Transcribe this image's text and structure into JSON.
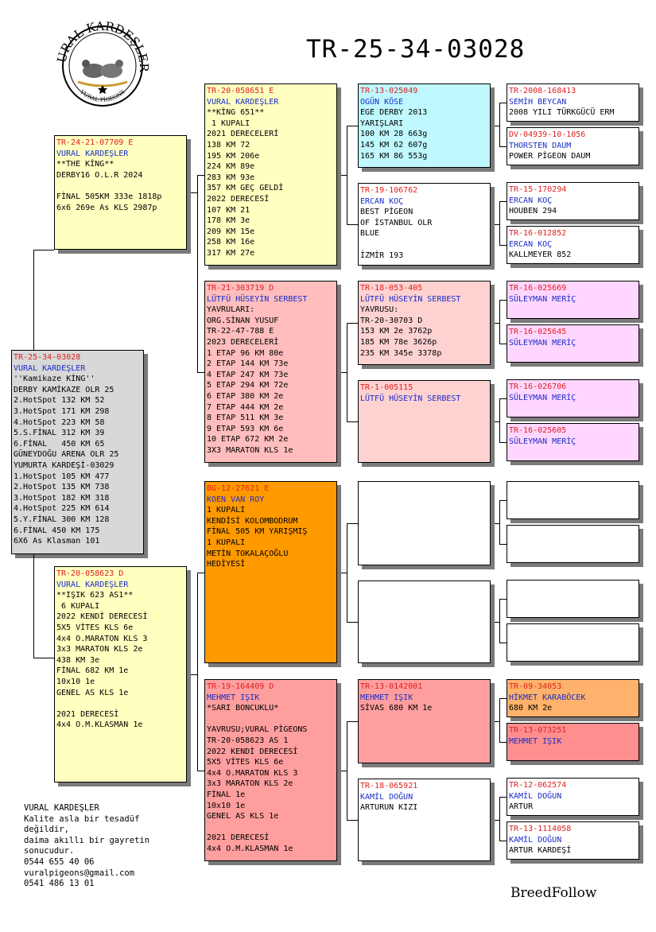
{
  "title": "TR-25-34-03028",
  "brand": "BreedFollow",
  "logo": {
    "top_text": "VURAL KARDEŞLER",
    "bottom_text": "VURAL PİGEONS"
  },
  "footer": [
    "VURAL KARDEŞLER",
    "Kalite asla bir tesadüf",
    "değildir,",
    "daima akıllı bir gayretin",
    "sonucudur.",
    "0544 655 40 06",
    "vuralpigeons@gmail.com",
    "0541 486 13 01"
  ],
  "colors": {
    "gray": "#d8d8d8",
    "yellow": "#ffffc0",
    "pink": "#ffbdbd",
    "orange": "#ff9900",
    "salmon": "#ff9e9e",
    "cyan": "#bff8ff",
    "lightpink": "#ffd2d2",
    "lavender": "#ffd6ff",
    "peach": "#ffb26b",
    "red": "#ff8f8f",
    "white": "#ffffff",
    "ring": "#e02020",
    "breeder": "#1a2dc8"
  },
  "boxes": [
    {
      "id": "subject",
      "bg": "gray",
      "ring": "TR-25-34-03028",
      "breeder": "VURAL KARDEŞLER",
      "lines": [
        "''Kamikaze KİNG''",
        "DERBY KAMİKAZE OLR 25",
        "2.HotSpot 132 KM 52",
        "3.HotSpot 171 KM 298",
        "4.HotSpot 223 KM 58",
        "5.S.FİNAL 312 KM 39",
        "6.FİNAL   450 KM 65",
        "GÜNEYDOĞU ARENA OLR 25",
        "YUMURTA KARDEŞİ-03029",
        "1.HotSpot 105 KM 477",
        "2.HotSpot 135 KM 738",
        "3.HotSpot 182 KM 318",
        "4.HotSpot 225 KM 614",
        "5.Y.FİNAL 300 KM 128",
        "6.FİNAL 450 KM 175",
        "6X6 As Klasman 101"
      ]
    },
    {
      "id": "sire",
      "bg": "yellow",
      "ring": "TR-24-21-07709 E",
      "breeder": "VURAL KARDEŞLER",
      "lines": [
        "**THE KİNG**",
        "DERBY16 O.L.R 2024",
        "",
        "FİNAL 505KM 333e 1818p",
        "6x6 269e As KLS 2987p"
      ]
    },
    {
      "id": "dam",
      "bg": "yellow",
      "ring": "TR-20-058623 D",
      "breeder": "VURAL KARDEŞLER",
      "lines": [
        "**IŞIK 623 AS1**",
        " 6 KUPALI",
        "2022 KENDİ DERECESİ",
        "5X5 VİTES KLS 6e",
        "4x4 O.MARATON KLS 3",
        "3x3 MARATON KLS 2e",
        "438 KM 3e",
        "FİNAL 682 KM 1e",
        "10x10 1e",
        "GENEL AS KLS 1e",
        "",
        "2021 DERECESİ",
        "4x4 O.M.KLASMAN 1e"
      ]
    },
    {
      "id": "ss",
      "bg": "yellow",
      "ring": "TR-20-058651 E",
      "breeder": "VURAL KARDEŞLER",
      "lines": [
        "**KİNG 651**",
        " 1 KUPALI",
        "2021 DERECELERİ",
        "138 KM 72",
        "195 KM 206e",
        "224 KM 89e",
        "283 KM 93e",
        "357 KM GEÇ GELDİ",
        "2022 DERECESİ",
        "107 KM 21",
        "178 KM 3e",
        "209 KM 15e",
        "258 KM 16e",
        "317 KM 27e"
      ]
    },
    {
      "id": "sd",
      "bg": "pink",
      "ring": "TR-21-303719 D",
      "breeder": "LÜTFÜ HÜSEYİN SERBEST",
      "lines": [
        "YAVRULARI:",
        "ORG.SİNAN YUSUF",
        "TR-22-47-788 E",
        "2023 DERECELERİ",
        "1 ETAP 96 KM 80e",
        "2 ETAP 144 KM 73e",
        "4 ETAP 247 KM 73e",
        "5 ETAP 294 KM 72e",
        "6 ETAP 380 KM 2e",
        "7 ETAP 444 KM 2e",
        "8 ETAP 511 KM 3e",
        "9 ETAP 593 KM 6e",
        "10 ETAP 672 KM 2e",
        "3X3 MARATON KLS 1e"
      ]
    },
    {
      "id": "ds",
      "bg": "orange",
      "ring": "BG-12-27621 E",
      "breeder": "KOEN VAN ROY",
      "lines": [
        "1 KUPALI",
        "KENDİSİ KOLOMBODRUM",
        "FİNAL 505 KM YARIŞMIŞ",
        "1 KUPALI",
        "METİN TOKALAÇOĞLU",
        "HEDİYESİ"
      ]
    },
    {
      "id": "dd",
      "bg": "salmon",
      "ring": "TR-19-164409 D",
      "breeder": "MEHMET IŞIK",
      "lines": [
        "*SARI BONCUKLU*",
        "",
        "YAVRUSU;VURAL PİGEONS",
        "TR-20-058623 AS 1",
        "2022 KENDİ DERECESİ",
        "5X5 VİTES KLS 6e",
        "4x4 O.MARATON KLS 3",
        "3x3 MARATON KLS 2e",
        "FİNAL 1e",
        "10x10 1e",
        "GENEL AS KLS 1e",
        "",
        "2021 DERECESİ",
        "4x4 O.M.KLASMAN 1e"
      ]
    },
    {
      "id": "sss",
      "bg": "cyan",
      "ring": "TR-13-025049",
      "breeder": "OGÜN KÖSE",
      "lines": [
        "EGE DERBY 2013",
        "YARIŞLARI",
        "100 KM 28 663g",
        "145 KM 62 607g",
        "165 KM 86 553g"
      ]
    },
    {
      "id": "ssd",
      "bg": "white",
      "ring": "TR-19-106762",
      "breeder": "ERCAN KOÇ",
      "lines": [
        "BEST PİGEON",
        "OF İSTANBUL OLR",
        "BLUE",
        "",
        "İZMİR 193"
      ]
    },
    {
      "id": "sds",
      "bg": "lightpink",
      "ring": "TR-18-053-405",
      "breeder": "LÜTFÜ HÜSEYİN SERBEST",
      "lines": [
        "YAVRUSU:",
        "TR-20-30703 D",
        "153 KM 2e 3762p",
        "185 KM 78e 3626p",
        "235 KM 345e 3378p"
      ]
    },
    {
      "id": "sdd",
      "bg": "lightpink",
      "ring": "TR-1-005115",
      "breeder": "LÜTFÜ HÜSEYİN SERBEST",
      "lines": []
    },
    {
      "id": "dss",
      "bg": "white",
      "ring": "",
      "breeder": "",
      "lines": []
    },
    {
      "id": "dsd",
      "bg": "white",
      "ring": "",
      "breeder": "",
      "lines": []
    },
    {
      "id": "dds",
      "bg": "salmon",
      "ring": "TR-13-0142001",
      "breeder": "MEHMET IŞIK",
      "lines": [
        "SİVAS 680 KM 1e"
      ]
    },
    {
      "id": "ddd",
      "bg": "white",
      "ring": "TR-18-065921",
      "breeder": "KAMİL DOĞUN",
      "lines": [
        "ARTURUN KIZI"
      ]
    },
    {
      "id": "g1",
      "bg": "white",
      "ring": "TR-2008-168413",
      "breeder": "SEMİH BEYCAN",
      "lines": [
        "2008 YILI TÜRKGÜCÜ ERM"
      ]
    },
    {
      "id": "g2",
      "bg": "white",
      "ring": "DV-04939-10-1056",
      "breeder": "THORSTEN DAUM",
      "lines": [
        "POWER PİGEON DAUM"
      ]
    },
    {
      "id": "g3",
      "bg": "white",
      "ring": "TR-15-170294",
      "breeder": "ERCAN KOÇ",
      "lines": [
        "HOUBEN 294"
      ]
    },
    {
      "id": "g4",
      "bg": "white",
      "ring": "TR-16-012852",
      "breeder": "ERCAN KOÇ",
      "lines": [
        "KALLMEYER 852"
      ]
    },
    {
      "id": "g5",
      "bg": "lavender",
      "ring": "TR-16-025669",
      "breeder": "SÜLEYMAN MERİÇ",
      "lines": []
    },
    {
      "id": "g6",
      "bg": "lavender",
      "ring": "TR-16-025645",
      "breeder": "SÜLEYMAN MERİÇ",
      "lines": []
    },
    {
      "id": "g7",
      "bg": "lavender",
      "ring": "TR-16-026706",
      "breeder": "SÜLEYMAN MERİÇ",
      "lines": []
    },
    {
      "id": "g8",
      "bg": "lavender",
      "ring": "TR-16-025605",
      "breeder": "SÜLEYMAN MERİÇ",
      "lines": []
    },
    {
      "id": "g9",
      "bg": "white",
      "ring": "",
      "breeder": "",
      "lines": []
    },
    {
      "id": "g10",
      "bg": "white",
      "ring": "",
      "breeder": "",
      "lines": []
    },
    {
      "id": "g11",
      "bg": "white",
      "ring": "",
      "breeder": "",
      "lines": []
    },
    {
      "id": "g12",
      "bg": "white",
      "ring": "",
      "breeder": "",
      "lines": []
    },
    {
      "id": "g13",
      "bg": "peach",
      "ring": "TR-09-34053",
      "breeder": "HİKMET KARABÖCEK",
      "lines": [
        "680 KM 2e"
      ]
    },
    {
      "id": "g14",
      "bg": "red",
      "ring": "TR-13-073251",
      "breeder": "MEHMET IŞIK",
      "lines": []
    },
    {
      "id": "g15",
      "bg": "white",
      "ring": "TR-12-062574",
      "breeder": "KAMİL DOĞUN",
      "lines": [
        "ARTUR"
      ]
    },
    {
      "id": "g16",
      "bg": "white",
      "ring": "TR-13-1114058",
      "breeder": "KAMİL DOĞUN",
      "lines": [
        "ARTUR KARDEŞİ"
      ]
    }
  ]
}
